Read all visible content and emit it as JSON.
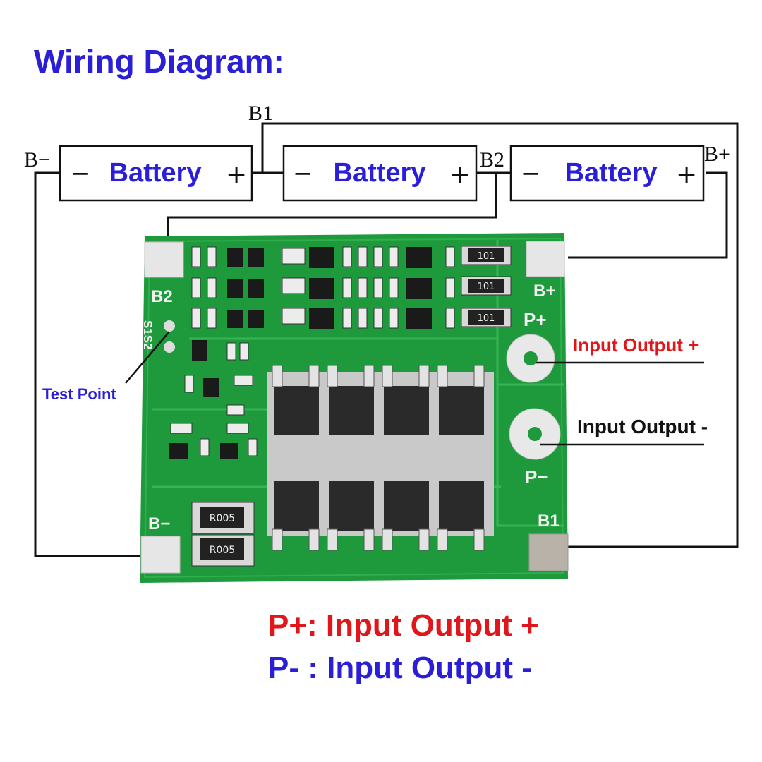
{
  "title": "Wiring Diagram:",
  "batteries": [
    {
      "minus": "−",
      "label": "Battery",
      "plus": "+"
    },
    {
      "minus": "−",
      "label": "Battery",
      "plus": "+"
    },
    {
      "minus": "−",
      "label": "Battery",
      "plus": "+"
    }
  ],
  "node_labels": {
    "b_minus": "B−",
    "b1": "B1",
    "b2": "B2",
    "b_plus": "B+"
  },
  "board": {
    "pad_b2": "B2",
    "pad_b_plus": "B+",
    "pad_p_plus": "P+",
    "pad_p_minus": "P−",
    "pad_b_minus": "B−",
    "pad_b1": "B1",
    "s1s2": "S1S2",
    "resistor_top": "101",
    "resistor_mid": "101",
    "resistor_bot": "101",
    "shunt_1": "R005",
    "shunt_2": "R005"
  },
  "callouts": {
    "test_point": "Test Point",
    "input_output_plus": "Input Output +",
    "input_output_minus": "Input Output -"
  },
  "legend": {
    "p_plus": "P+: Input Output +",
    "p_minus": "P- : Input Output -"
  },
  "colors": {
    "title_blue": "#2a1fd6",
    "red": "#e0161b",
    "board_green": "#1e9a3c",
    "black": "#111111"
  }
}
